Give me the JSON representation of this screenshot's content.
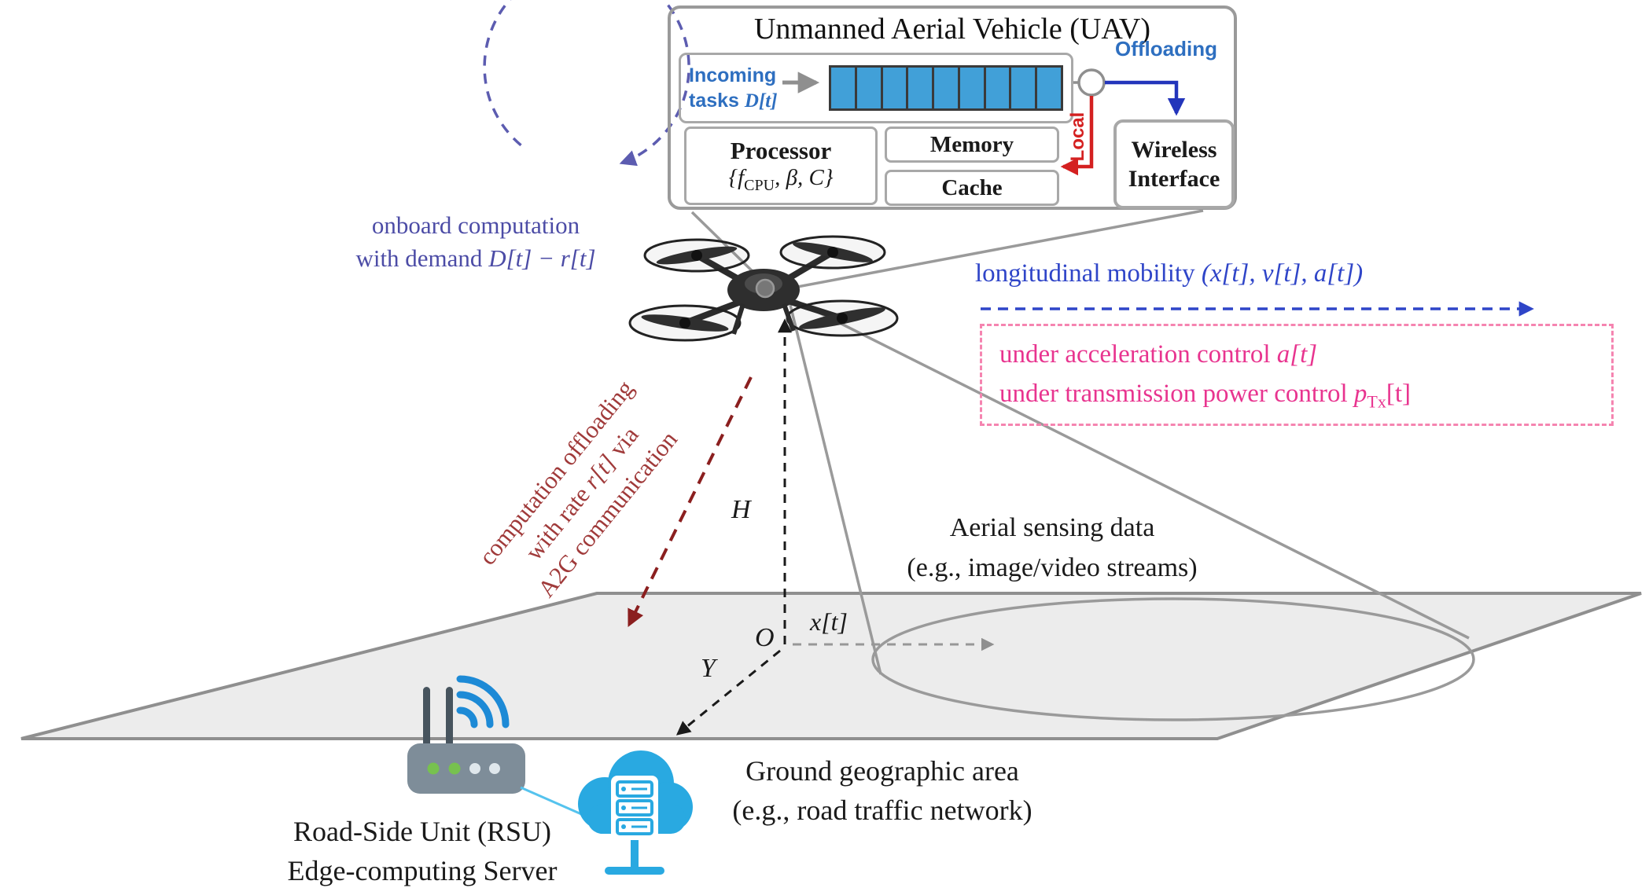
{
  "uav": {
    "title": "Unmanned Aerial Vehicle (UAV)",
    "incoming": {
      "line1": "Incoming",
      "line2_pre": "tasks ",
      "line2_math": "D[t]"
    },
    "offloading_label": "Offloading",
    "local_label": "Local",
    "processor": {
      "title": "Processor",
      "spec_pre": "{f",
      "spec_sub": "CPU",
      "spec_post": ", β, C}"
    },
    "memory_label": "Memory",
    "cache_label": "Cache",
    "wireless": {
      "line1": "Wireless",
      "line2": "Interface"
    },
    "queue_cells": 9
  },
  "labels": {
    "onboard": {
      "line1": "onboard computation",
      "line2_pre": "with demand ",
      "line2_math": "D[t] − r[t]"
    },
    "mobility": {
      "pre": "longitudinal mobility ",
      "math": "(x[t], v[t], a[t])"
    },
    "control": {
      "line1_pre": "under acceleration control ",
      "line1_math": "a[t]",
      "line2_pre": "under transmission power control ",
      "line2_var": "p",
      "line2_sub": "Tx",
      "line2_post": "[t]"
    },
    "offload": {
      "line1": "computation offloading",
      "line2_pre": "with rate ",
      "line2_math": "r[t]",
      "line2_post": " via",
      "line3": "A2G communication"
    },
    "aerial": {
      "line1": "Aerial sensing data",
      "line2": "(e.g., image/video streams)"
    },
    "ground": {
      "line1": "Ground geographic area",
      "line2": "(e.g., road traffic network)"
    },
    "rsu": {
      "line1": "Road-Side Unit (RSU)",
      "line2": "Edge-computing Server"
    }
  },
  "axes": {
    "h": "H",
    "o": "O",
    "x": "x[t]",
    "y": "Y"
  },
  "colors": {
    "queue_fill": "#41a0d8",
    "blue_label": "#2e6fc0",
    "royal_blue": "#2f45c8",
    "navy_loop": "#5c5cb0",
    "pink_border": "#f584b0",
    "magenta_text": "#e8348f",
    "dark_red_text": "#a03a3a",
    "dark_red_arrow": "#8b1f1f",
    "red_local": "#d42020",
    "gray_line": "#8f8f8f",
    "wifi_blue": "#1d8ad6",
    "cloud_blue": "#29a9e1",
    "plane_fill": "#ececec"
  }
}
